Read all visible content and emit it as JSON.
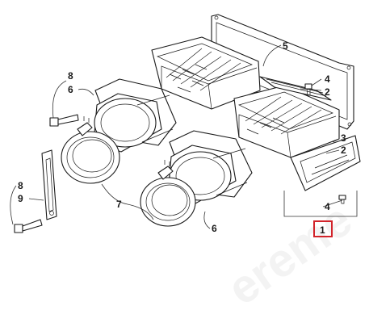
{
  "callouts": {
    "c1": "1",
    "c2a": "2",
    "c2b": "2",
    "c3": "3",
    "c4a": "4",
    "c4b": "4",
    "c5": "5",
    "c6a": "6",
    "c6b": "6",
    "c7": "7",
    "c8a": "8",
    "c8b": "8",
    "c9": "9"
  },
  "highlight_color": "#d2232a",
  "watermark": "ereme"
}
